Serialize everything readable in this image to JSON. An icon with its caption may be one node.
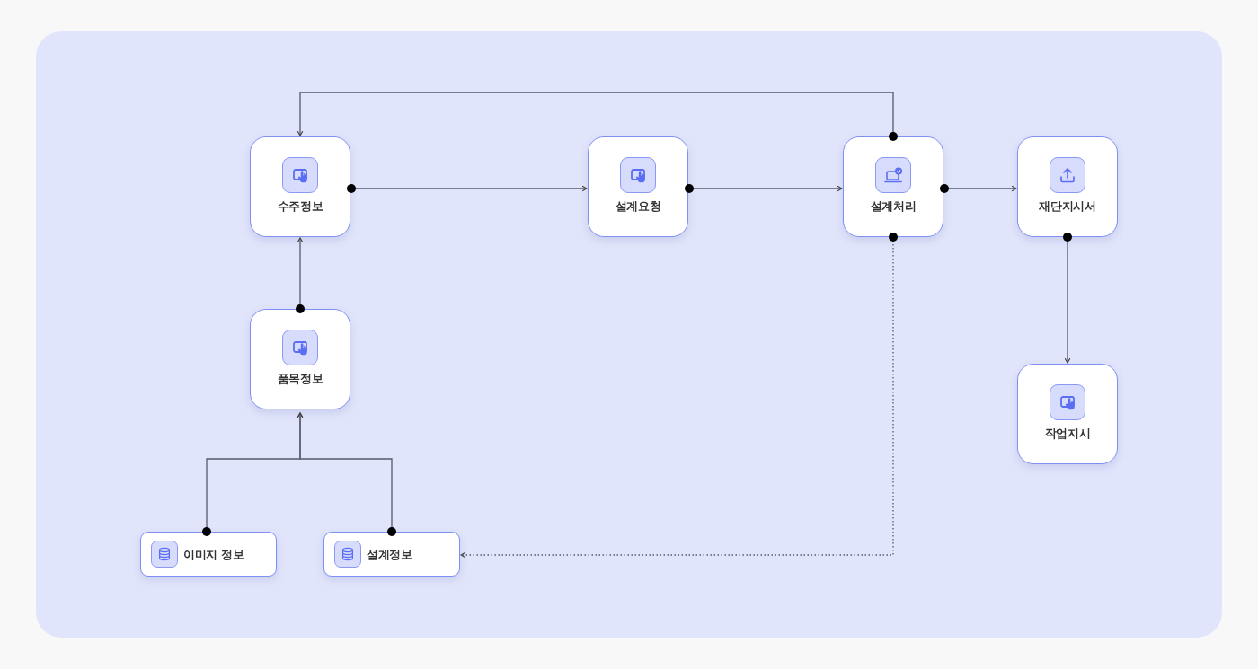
{
  "diagram": {
    "nodes": [
      {
        "text": [
          "수주정보"
        ]
      },
      {
        "text": [
          "설계요청"
        ]
      },
      {
        "text": [
          "설계처리"
        ]
      },
      {
        "text": [
          "재단지시서"
        ]
      },
      {
        "text": [
          "품목정보"
        ]
      },
      {
        "text": [
          "작업지시"
        ]
      },
      {
        "text": [
          "이미지 정보"
        ]
      },
      {
        "text": [
          "설계정보"
        ]
      }
    ],
    "edges": [
      {
        "from": 0,
        "to": 1,
        "arrow": "to"
      },
      {
        "from": 1,
        "to": 2,
        "arrow": "to"
      },
      {
        "from": 2,
        "to": 3,
        "arrow": "to"
      },
      {
        "from": 2,
        "to": 0,
        "arrow": "to"
      },
      {
        "from": 3,
        "to": 5,
        "arrow": "to"
      },
      {
        "from": 4,
        "to": 0,
        "arrow": "to"
      },
      {
        "from": 6,
        "to": 4,
        "arrow": "to"
      },
      {
        "from": 7,
        "to": 4,
        "arrow": "to"
      },
      {
        "from": 2,
        "to": 7,
        "arrow": "to",
        "style": "dashed"
      }
    ]
  }
}
